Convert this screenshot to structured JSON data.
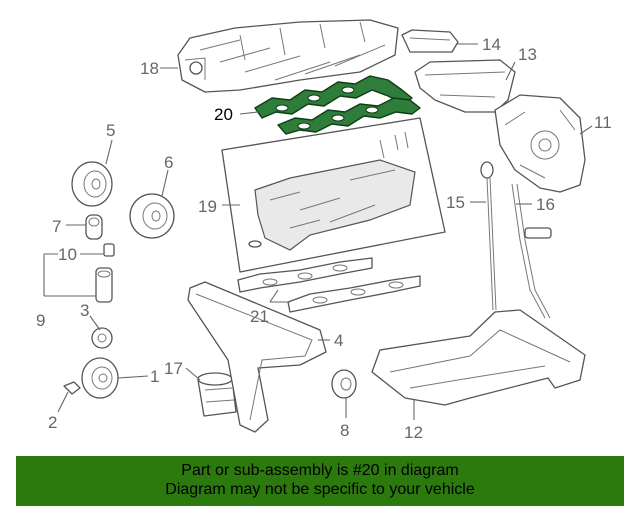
{
  "callouts": {
    "c1": "1",
    "c2": "2",
    "c3": "3",
    "c4": "4",
    "c5": "5",
    "c6": "6",
    "c7": "7",
    "c8": "8",
    "c9": "9",
    "c10": "10",
    "c11": "11",
    "c12": "12",
    "c13": "13",
    "c14": "14",
    "c15": "15",
    "c16": "16",
    "c17": "17",
    "c18": "18",
    "c19": "19",
    "c20": "20",
    "c21": "21"
  },
  "highlight": {
    "part": "20",
    "color": "#2f7d3a"
  },
  "banner": {
    "line1": "Part or sub-assembly is #20 in diagram",
    "line2": "Diagram may not be specific to your vehicle",
    "background": "#2c7a0d"
  }
}
